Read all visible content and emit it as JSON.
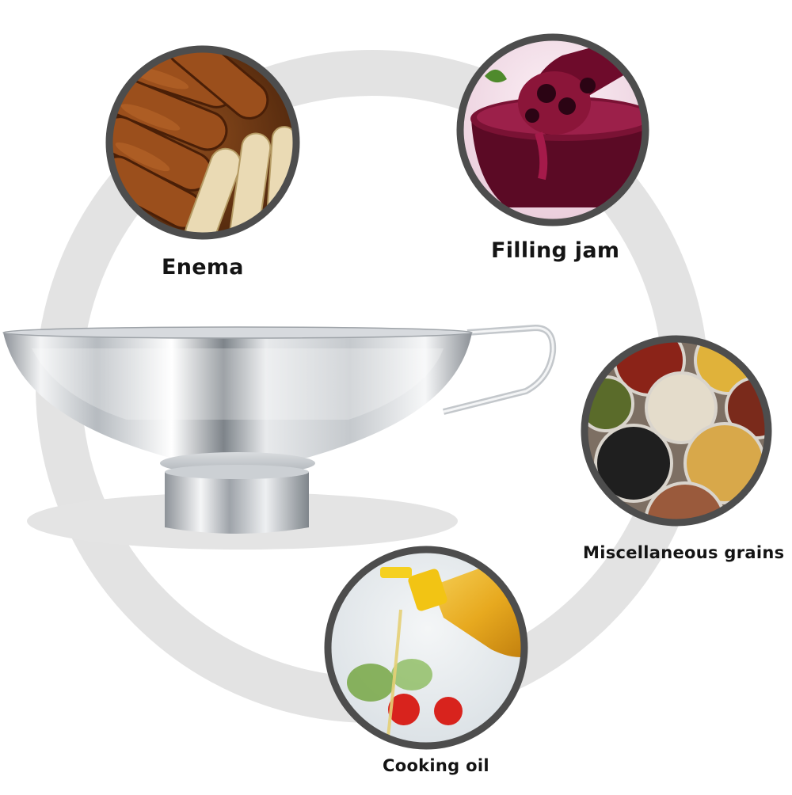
{
  "usage_labels": {
    "enema": "Enema",
    "filling_jam": "Filling jam",
    "miscellaneous_grains": "Miscellaneous grains",
    "cooking_oil": "Cooking oil"
  },
  "colors": {
    "ring": "#e2e2e2",
    "badge_border": "#4d4d4d",
    "steel": "#c9cdd2",
    "label_text": "#141414"
  }
}
